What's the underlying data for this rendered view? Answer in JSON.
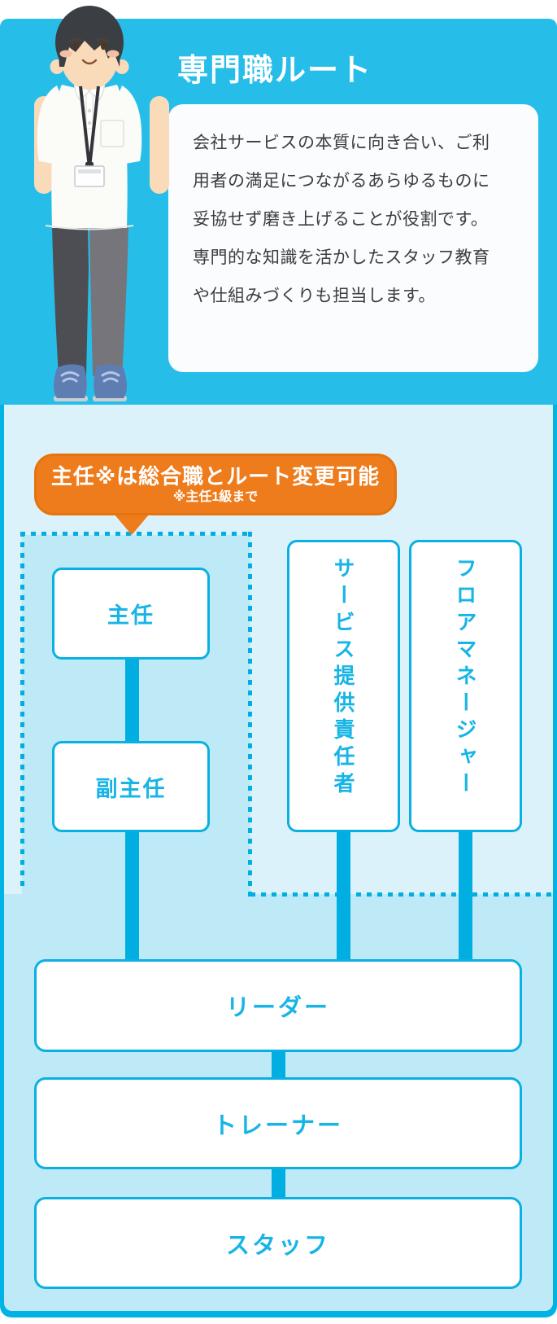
{
  "header": {
    "title": "専門職ルート",
    "description": "会社サービスの本質に向き合い、ご利用者の満足につながるあらゆるものに妥協せず磨き上げることが役割です。専門的な知識を活かしたスタッフ教育や仕組みづくりも担当します。"
  },
  "callout": {
    "text": "主任※は総合職とルート変更可能",
    "note": "※主任1級まで"
  },
  "diagram": {
    "roles": {
      "chief": "主任",
      "deputy_chief": "副主任",
      "service_manager": "サービス提供責任者",
      "floor_manager": "フロアマネージャー",
      "leader": "リーダー",
      "trainer": "トレーナー",
      "staff": "スタッフ"
    },
    "flow_bottom_to_top": [
      "スタッフ",
      "トレーナー",
      "リーダー",
      "主任・副主任 / サービス提供責任者 / フロアマネージャー"
    ],
    "route_change_zone_roles": [
      "主任",
      "副主任"
    ]
  },
  "colors": {
    "top_background": "#26BEE9",
    "panel_border": "#00B3E4",
    "panel_background": "#DCF2FA",
    "zone_background": "#BDEAF6",
    "line_cyan": "#00AEE1",
    "node_text_cyan": "#17B5E6",
    "callout_orange": "#EE7C1C",
    "description_text": "#3D3D3D"
  }
}
